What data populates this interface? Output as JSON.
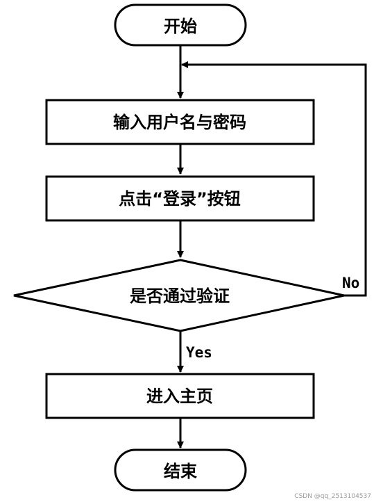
{
  "flowchart": {
    "start_label": "开始",
    "input_label": "输入用户名与密码",
    "click_label": "点击“登录”按钮",
    "decision_label": "是否通过验证",
    "enter_label": "进入主页",
    "end_label": "结束",
    "no_label": "No",
    "yes_label": "Yes"
  },
  "watermark": "CSDN @qq_2513104537"
}
